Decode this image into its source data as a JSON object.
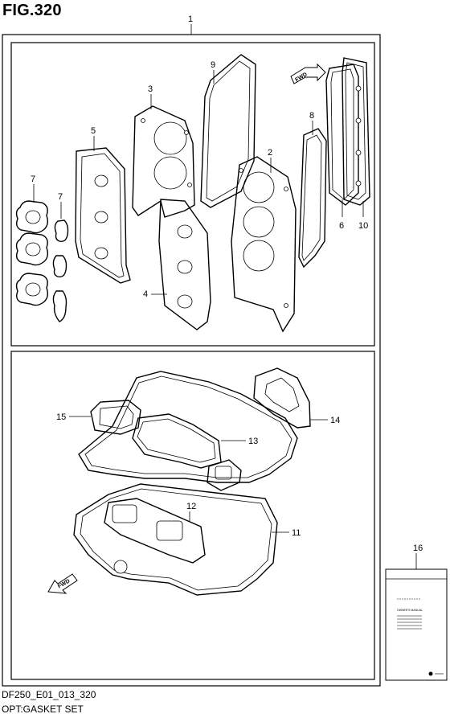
{
  "figure": {
    "title": "FIG.320"
  },
  "footer": {
    "code": "DF250_E01_013_320",
    "name": "OPT:GASKET SET"
  },
  "callouts": [
    "1",
    "2",
    "3",
    "4",
    "5",
    "6",
    "7",
    "7",
    "8",
    "9",
    "10",
    "11",
    "12",
    "13",
    "14",
    "15",
    "16"
  ],
  "fwd_labels": [
    "FWD",
    "FWD"
  ],
  "manual": {
    "title": "OWNER'S MANUAL"
  }
}
